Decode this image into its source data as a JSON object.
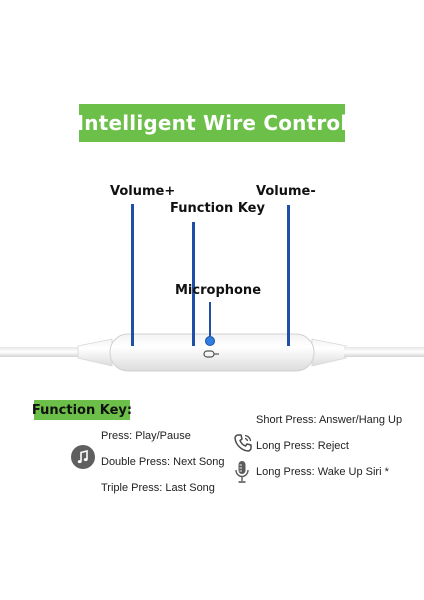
{
  "title": "Intelligent Wire Control",
  "labels": {
    "volume_plus": "Volume+",
    "function_key": "Function Key",
    "volume_minus": "Volume-",
    "microphone": "Microphone"
  },
  "function_key_section": {
    "heading": "Function Key:",
    "music_items": [
      "Press: Play/Pause",
      "Double Press: Next Song",
      "Triple Press: Last Song"
    ],
    "call_items": [
      "Short Press: Answer/Hang Up",
      "Long Press: Reject",
      "Long Press: Wake Up Siri *"
    ]
  },
  "colors": {
    "banner_green": "#6cc04a",
    "pointer_blue": "#1f4fa6",
    "mic_dot": "#2f7fe0"
  },
  "icons": [
    "music-note-icon",
    "phone-icon",
    "microphone-icon"
  ]
}
